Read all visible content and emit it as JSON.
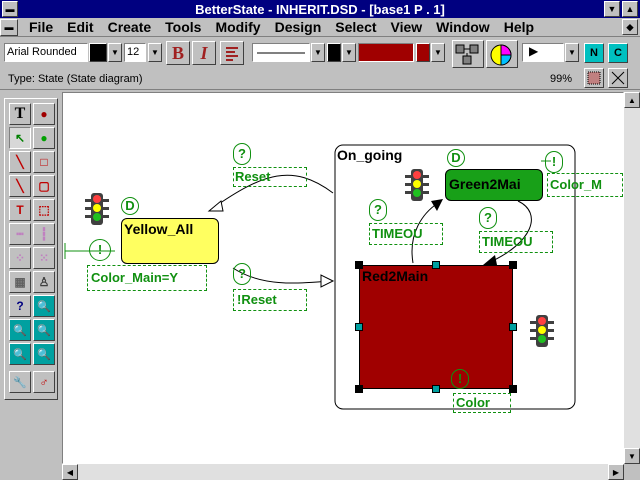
{
  "window": {
    "title": "BetterState - INHERIT.DSD - [base1  P . 1]"
  },
  "menus": [
    "File",
    "Edit",
    "Create",
    "Tools",
    "Modify",
    "Design",
    "Select",
    "View",
    "Window",
    "Help"
  ],
  "toolbar": {
    "font_name": "Arial Rounded",
    "font_size": "12",
    "bold_label": "B",
    "italic_label": "I",
    "n_label": "N",
    "c_label": "C",
    "play_glyph": "▶"
  },
  "status": {
    "type_text": "Type: State (State diagram)",
    "zoom": "99%"
  },
  "palette_glyphs": [
    "T",
    "●",
    "↖",
    "●",
    "╲",
    "□",
    "╲",
    "▢",
    "T",
    "⬚",
    "┅",
    "┇",
    "⁘",
    "⁙",
    "▦",
    "♙",
    "?",
    "🔍",
    "🔍",
    "🔍",
    "🔍",
    "🔍",
    "🔧",
    "♂"
  ],
  "diagram": {
    "yellow_state": "Yellow_All",
    "green_state": "Green2Mai",
    "red_state": "Red2Main",
    "ongoing_state": "On_going",
    "d_marker": "D",
    "action_marker": "!",
    "condition_marker": "?",
    "reset_label": "Reset",
    "not_reset_label": "!Reset",
    "timeout_label_1": "TIMEOU",
    "timeout_label_2": "TIMEOU",
    "color_main_y": "Color_Main=Y",
    "color_main_g": "Color_M",
    "color_red": "Color"
  },
  "colors": {
    "title_bg": "#000080",
    "yellow": "#ffff60",
    "green": "#18a018",
    "red": "#a00000",
    "label_green": "#109010"
  }
}
